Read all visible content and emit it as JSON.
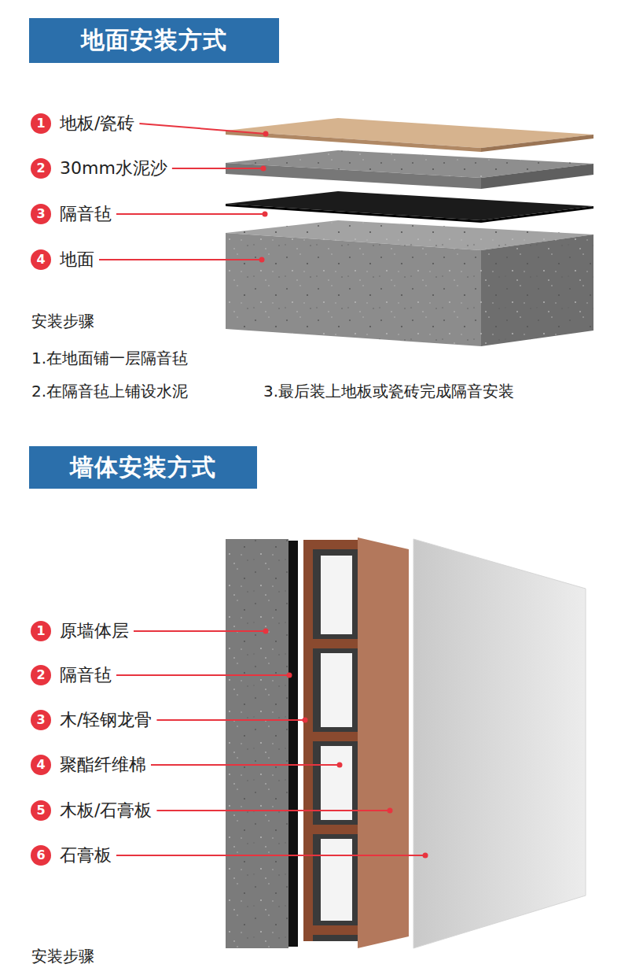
{
  "diagram": {
    "nodes": [
      {
        "text": [
          "地面安装方式"
        ]
      },
      {
        "text": [
          "1"
        ]
      },
      {
        "text": [
          "2"
        ]
      },
      {
        "text": [
          "3"
        ]
      },
      {
        "text": [
          "4"
        ]
      },
      {
        "text": [
          "墙体安装方式"
        ]
      },
      {
        "text": [
          "1"
        ]
      },
      {
        "text": [
          "2"
        ]
      },
      {
        "text": [
          "3"
        ]
      },
      {
        "text": [
          "4"
        ]
      },
      {
        "text": [
          "5"
        ]
      },
      {
        "text": [
          "6"
        ]
      }
    ],
    "labels": [
      "地板/瓷砖",
      "30mm水泥沙",
      "隔音毡",
      "地面",
      "安装步骤",
      "1.在地面铺一层隔音毡",
      "2.在隔音毡上铺设水泥",
      "3.最后装上地板或瓷砖完成隔音安装",
      "原墙体层",
      "隔音毡",
      "木/轻钢龙骨",
      "聚酯纤维棉",
      "木板/石膏板",
      "石膏板",
      "安装步骤"
    ]
  }
}
